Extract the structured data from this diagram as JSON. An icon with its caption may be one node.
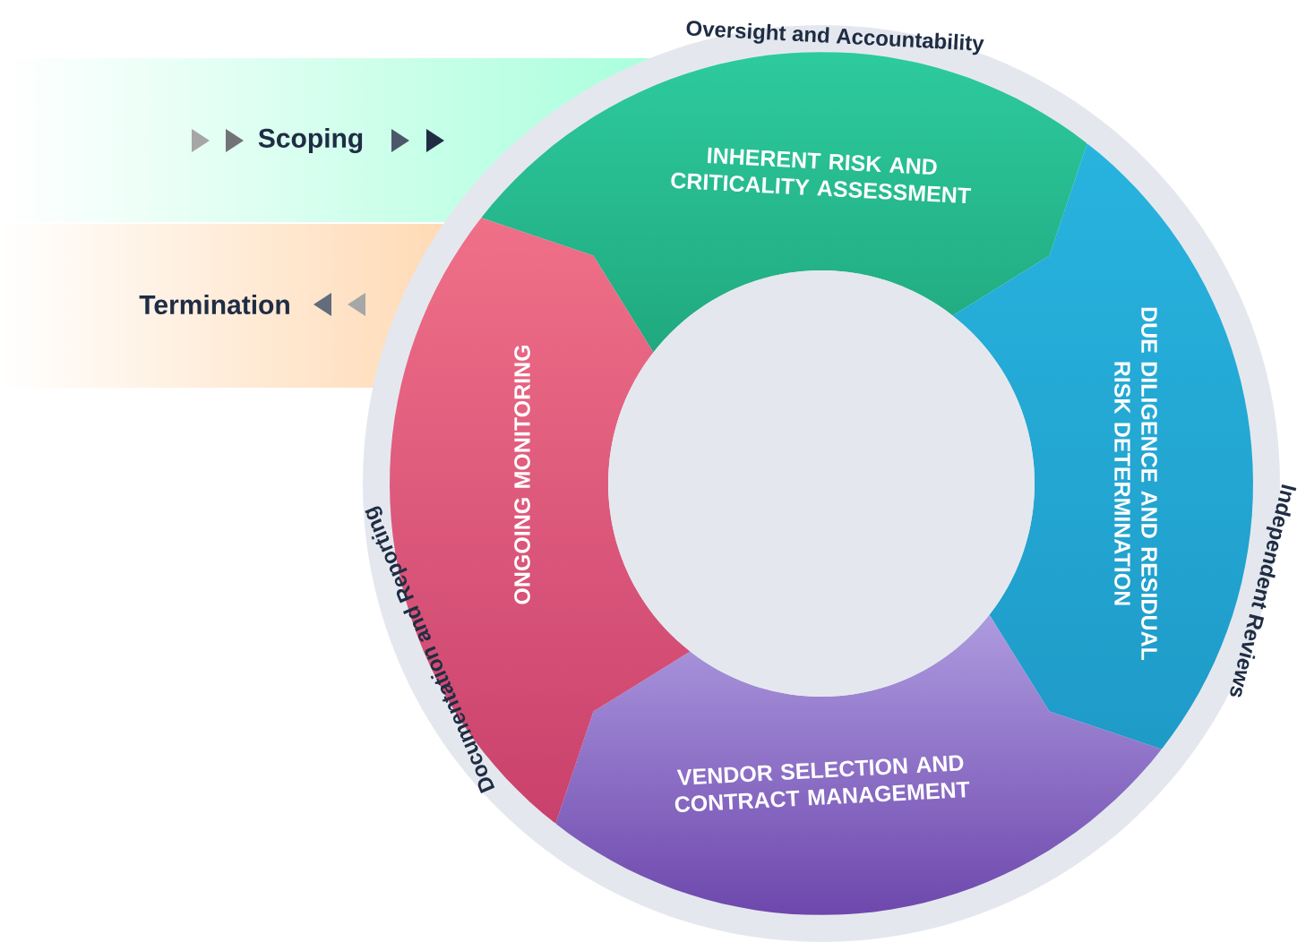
{
  "diagram": {
    "nodes": [
      {
        "text": [
          "Scoping"
        ]
      },
      {
        "text": [
          "Termination"
        ]
      },
      {
        "text": [
          "INHERENT RISK AND CRITICALITY ASSESSMENT"
        ]
      },
      {
        "text": [
          "DUE DILIGENCE AND RESIDUAL RISK DETERMINATION"
        ]
      },
      {
        "text": [
          "VENDOR SELECTION AND CONTRACT MANAGEMENT"
        ]
      },
      {
        "text": [
          "ONGOING MONITORING"
        ]
      },
      {
        "text": [],
        "shape": "circle"
      }
    ],
    "labels": [
      "Oversight and Accountability",
      "Independent Reviews",
      "Documentation and Reporting"
    ]
  }
}
